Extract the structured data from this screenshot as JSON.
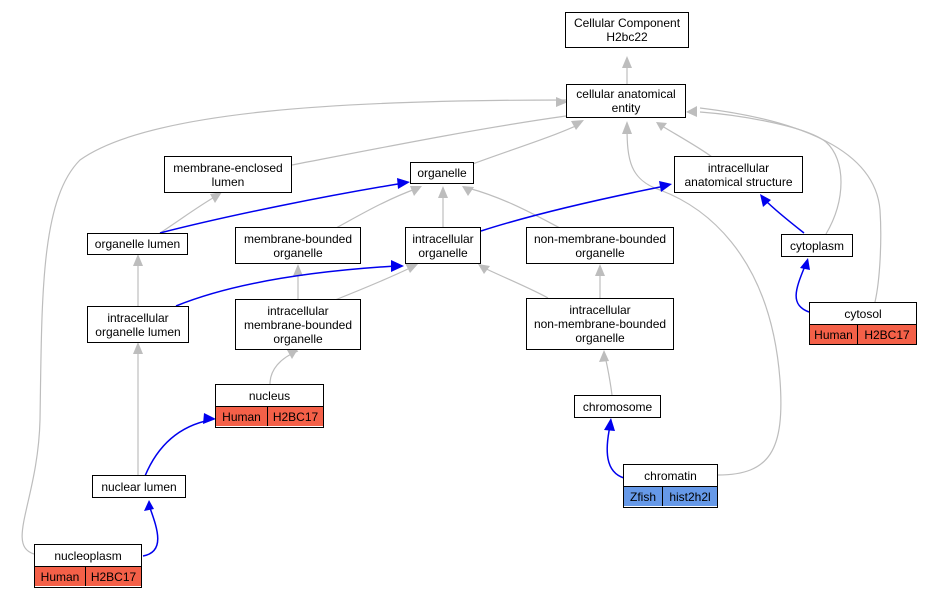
{
  "colors": {
    "is_a_edge": "#bdbdbd",
    "part_of_edge": "#0000ee",
    "human_badge": "#f46048",
    "zfish_badge": "#6699e8"
  },
  "nodes": {
    "root": {
      "lines": [
        "Cellular Component",
        "H2bc22"
      ]
    },
    "cellular_anatomical_entity": {
      "lines": [
        "cellular anatomical",
        "entity"
      ]
    },
    "membrane_enclosed_lumen": {
      "lines": [
        "membrane-enclosed",
        "lumen"
      ]
    },
    "organelle": {
      "lines": [
        "organelle"
      ]
    },
    "intracellular_anatomical_structure": {
      "lines": [
        "intracellular",
        "anatomical structure"
      ]
    },
    "organelle_lumen": {
      "lines": [
        "organelle lumen"
      ]
    },
    "membrane_bounded_organelle": {
      "lines": [
        "membrane-bounded",
        "organelle"
      ]
    },
    "intracellular_organelle": {
      "lines": [
        "intracellular",
        "organelle"
      ]
    },
    "non_membrane_bounded_organelle": {
      "lines": [
        "non-membrane-bounded",
        "organelle"
      ]
    },
    "cytoplasm": {
      "lines": [
        "cytoplasm"
      ]
    },
    "intracellular_organelle_lumen": {
      "lines": [
        "intracellular",
        "organelle lumen"
      ]
    },
    "intracellular_membrane_bounded_organelle": {
      "lines": [
        "intracellular",
        "membrane-bounded",
        "organelle"
      ]
    },
    "intracellular_non_membrane_bounded_organelle": {
      "lines": [
        "intracellular",
        "non-membrane-bounded",
        "organelle"
      ]
    },
    "chromosome": {
      "lines": [
        "chromosome"
      ]
    },
    "nuclear_lumen": {
      "lines": [
        "nuclear lumen"
      ]
    }
  },
  "gene_nodes": {
    "cytosol": {
      "title": "cytosol",
      "species": "Human",
      "gene": "H2BC17"
    },
    "nucleus": {
      "title": "nucleus",
      "species": "Human",
      "gene": "H2BC17"
    },
    "chromatin": {
      "title": "chromatin",
      "species": "Zfish",
      "gene": "hist2h2l"
    },
    "nucleoplasm": {
      "title": "nucleoplasm",
      "species": "Human",
      "gene": "H2BC17"
    }
  }
}
